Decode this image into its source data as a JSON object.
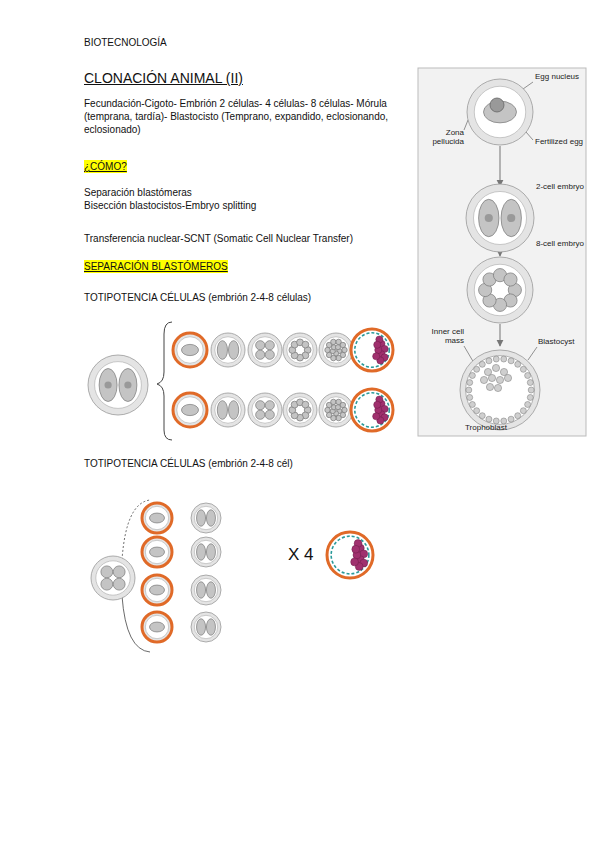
{
  "diagram": {
    "title": "CLONACIÓN ANIMAL (II)",
    "labels": [
      "BIOTECNOLOGÍA",
      "Fecundación-Cigoto- Embrión 2 células- 4 células- 8 células- Mórula (temprana, tardía)- Blastocisto (Temprano, expandido, eclosionando, eclosionado)",
      "¿CÓMO?",
      "Separación blastómeras",
      "Bisección blastocistos-Embryo splitting",
      "Transferencia nuclear-SCNT (Somatic Cell Nuclear Transfer)",
      "SEPARACIÓN BLASTÓMEROS",
      "TOTIPOTENCIA CÉLULAS (embrión 2-4-8 células)",
      "TOTIPOTENCIA CÉLULAS (embrión 2-4-8 cél)",
      "X 4",
      "Egg nucleus",
      "Zona pellucida",
      "Fertilized egg",
      "2-cell embryo",
      "8-cell embryo",
      "Inner cell mass",
      "Blastocyst",
      "Trophoblast"
    ]
  }
}
